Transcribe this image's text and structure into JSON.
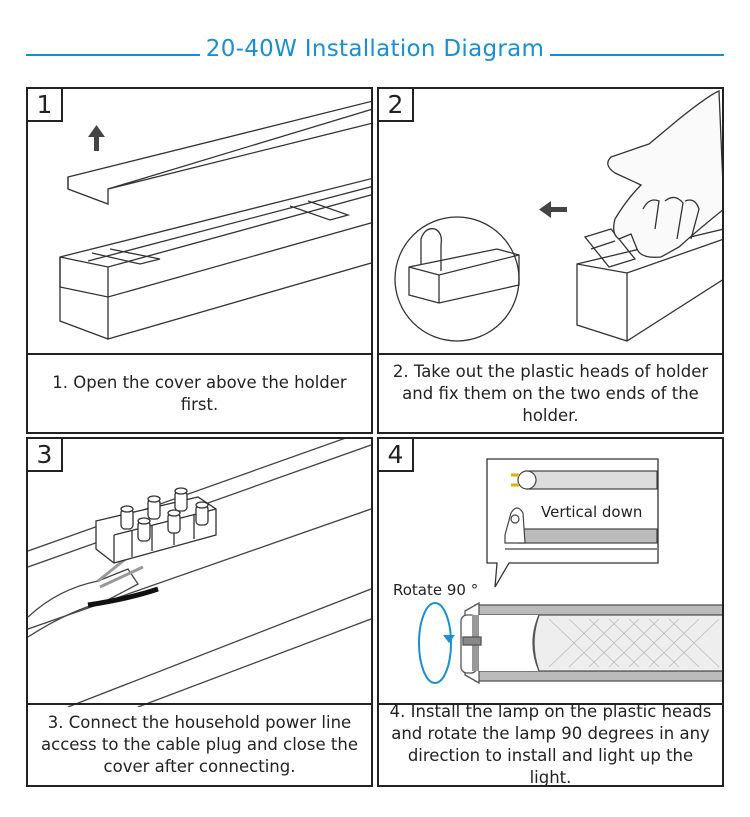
{
  "title": "20-40W Installation Diagram",
  "colors": {
    "accent": "#1a8fd0",
    "line": "#222222"
  },
  "panels": [
    {
      "number": "1",
      "caption": "1. Open the cover above the holder first."
    },
    {
      "number": "2",
      "caption": "2. Take out the plastic heads of holder and fix them on the two ends of the holder."
    },
    {
      "number": "3",
      "caption": "3. Connect the household power line access to the cable plug and close the cover after connecting."
    },
    {
      "number": "4",
      "caption": "4. Install the lamp on the plastic heads and rotate the lamp 90 degrees in any direction to install and light up the light."
    }
  ],
  "callouts": {
    "vertical": "Vertical down",
    "rotate": "Rotate 90 °"
  },
  "icons": [
    "up-arrow-icon",
    "left-arrow-icon",
    "rotate-arrow-icon"
  ]
}
